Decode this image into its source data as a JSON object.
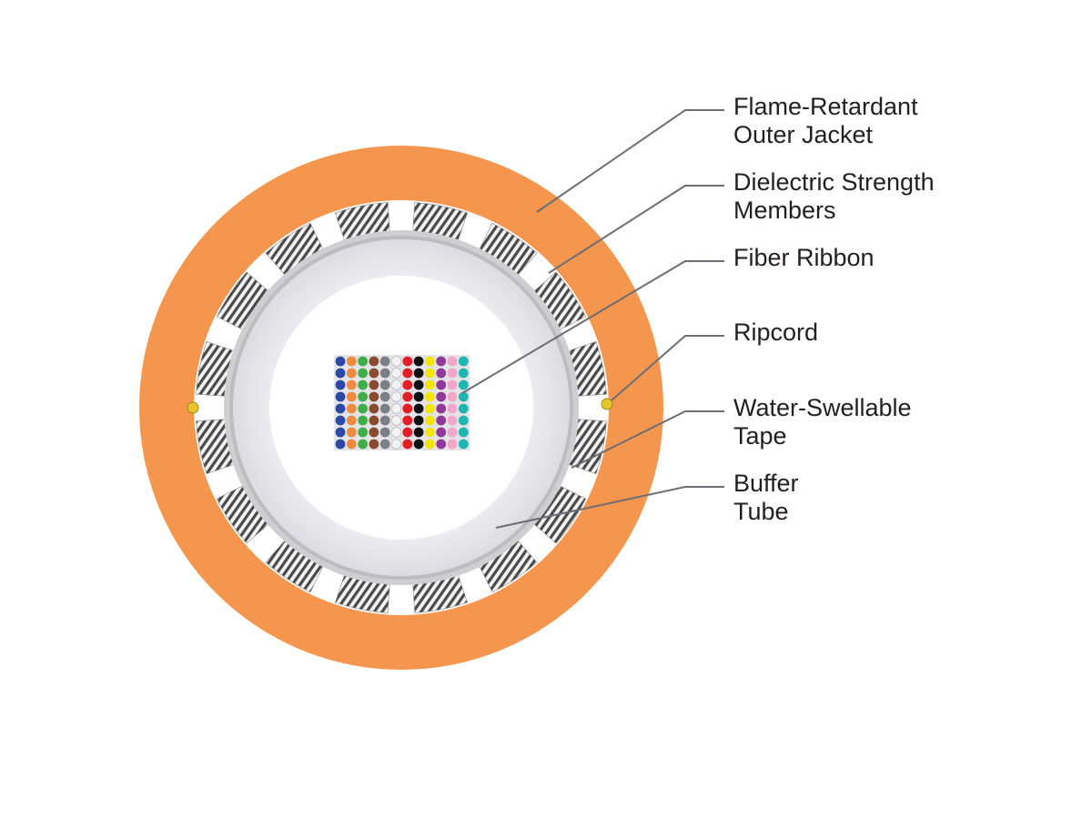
{
  "colors": {
    "jacket": "#f5964f",
    "strength_member_light": "#ffffff",
    "strength_member_dark": "#3a3a3a",
    "tape": "#c8c8ca",
    "buffer_tube": "#ececf0",
    "ripcord": "#e6c62a",
    "leader_line": "#6d6e71"
  },
  "fiber_colors": [
    {
      "name": "blue",
      "hex": "#2b4aa6"
    },
    {
      "name": "orange",
      "hex": "#f08a3c"
    },
    {
      "name": "green",
      "hex": "#3fae49"
    },
    {
      "name": "brown",
      "hex": "#8b4a2e"
    },
    {
      "name": "slate",
      "hex": "#7b7f86"
    },
    {
      "name": "white",
      "hex": "#f2f2f2"
    },
    {
      "name": "red",
      "hex": "#e21e26"
    },
    {
      "name": "black",
      "hex": "#111111"
    },
    {
      "name": "yellow",
      "hex": "#f2e600"
    },
    {
      "name": "violet",
      "hex": "#8e3a96"
    },
    {
      "name": "rose",
      "hex": "#f3a6c8"
    },
    {
      "name": "aqua",
      "hex": "#1fb5b0"
    }
  ],
  "ribbon_rows": 8,
  "callouts": [
    {
      "id": "jacket",
      "lines": [
        "Flame-Retardant",
        "Outer Jacket"
      ]
    },
    {
      "id": "strength",
      "lines": [
        "Dielectric Strength",
        "Members"
      ]
    },
    {
      "id": "ribbon",
      "lines": [
        "Fiber Ribbon"
      ]
    },
    {
      "id": "ripcord",
      "lines": [
        "Ripcord"
      ]
    },
    {
      "id": "tape",
      "lines": [
        "Water-Swellable",
        "Tape"
      ]
    },
    {
      "id": "buffer",
      "lines": [
        "Buffer",
        "Tube"
      ]
    }
  ]
}
